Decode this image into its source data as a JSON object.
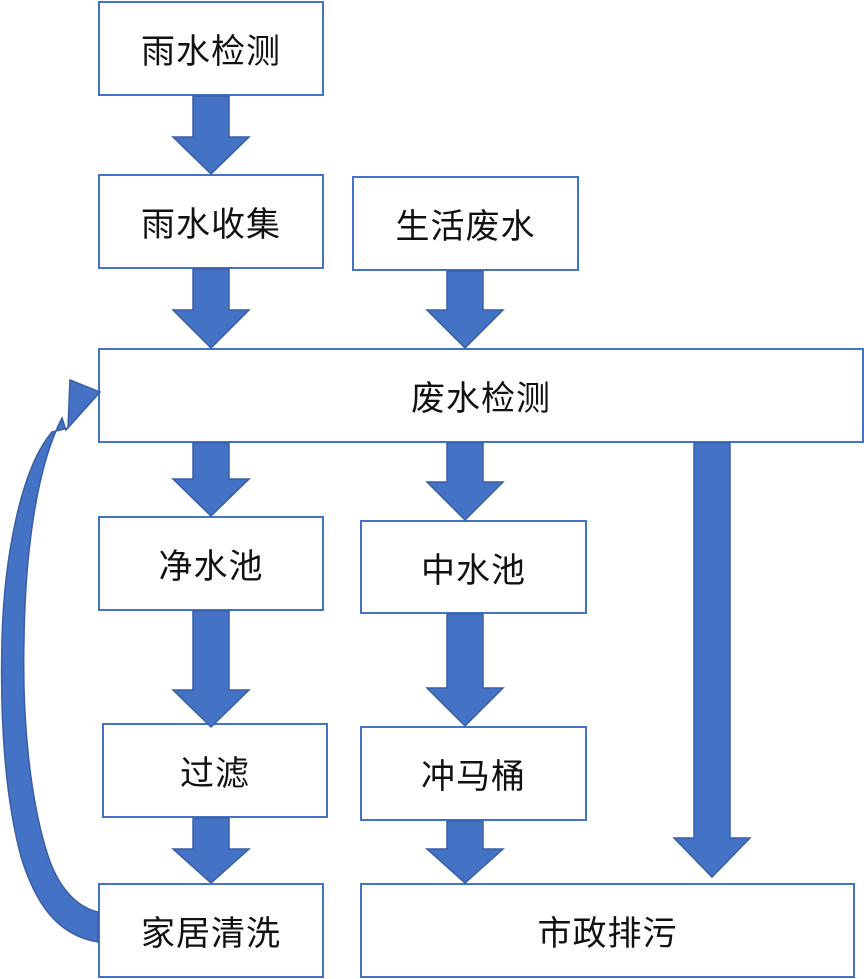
{
  "diagram": {
    "nodes": {
      "rain_detect": "雨水检测",
      "rain_collect": "雨水收集",
      "domestic_waste": "生活废水",
      "waste_detect": "废水检测",
      "clean_pool": "净水池",
      "middle_pool": "中水池",
      "filter": "过滤",
      "toilet_flush": "冲马桶",
      "home_cleaning": "家居清洗",
      "municipal_sewage": "市政排污"
    },
    "edges": [
      {
        "from": "rain_detect",
        "to": "rain_collect"
      },
      {
        "from": "rain_collect",
        "to": "waste_detect"
      },
      {
        "from": "domestic_waste",
        "to": "waste_detect"
      },
      {
        "from": "waste_detect",
        "to": "clean_pool"
      },
      {
        "from": "waste_detect",
        "to": "middle_pool"
      },
      {
        "from": "waste_detect",
        "to": "municipal_sewage"
      },
      {
        "from": "clean_pool",
        "to": "filter"
      },
      {
        "from": "filter",
        "to": "home_cleaning"
      },
      {
        "from": "middle_pool",
        "to": "toilet_flush"
      },
      {
        "from": "toilet_flush",
        "to": "municipal_sewage"
      },
      {
        "from": "home_cleaning",
        "to": "waste_detect"
      }
    ],
    "colors": {
      "accent": "#4472c4",
      "text": "#111111",
      "background": "#ffffff"
    }
  }
}
